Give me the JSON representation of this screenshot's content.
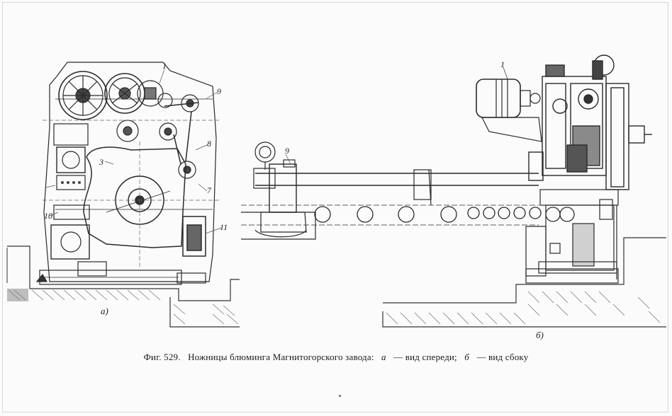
{
  "figure": {
    "caption": "Фиг. 529. Ножницы блюминга Магнитогорского завода: а — вид спереди; б — вид сбоку",
    "caption_parts": {
      "fig_no": "Фиг. 529.",
      "title": "Ножницы блюминга Магнитогорского завода:",
      "a_letter": "а",
      "a_text": "— вид спереди;",
      "b_letter": "б",
      "b_text": "— вид сбоку"
    },
    "view_labels": {
      "a": "а)",
      "b": "б)"
    },
    "part_numbers_front": [
      "1",
      "9",
      "8",
      "7",
      "11",
      "10",
      "3"
    ],
    "part_numbers_side": [
      "1",
      "9"
    ]
  }
}
